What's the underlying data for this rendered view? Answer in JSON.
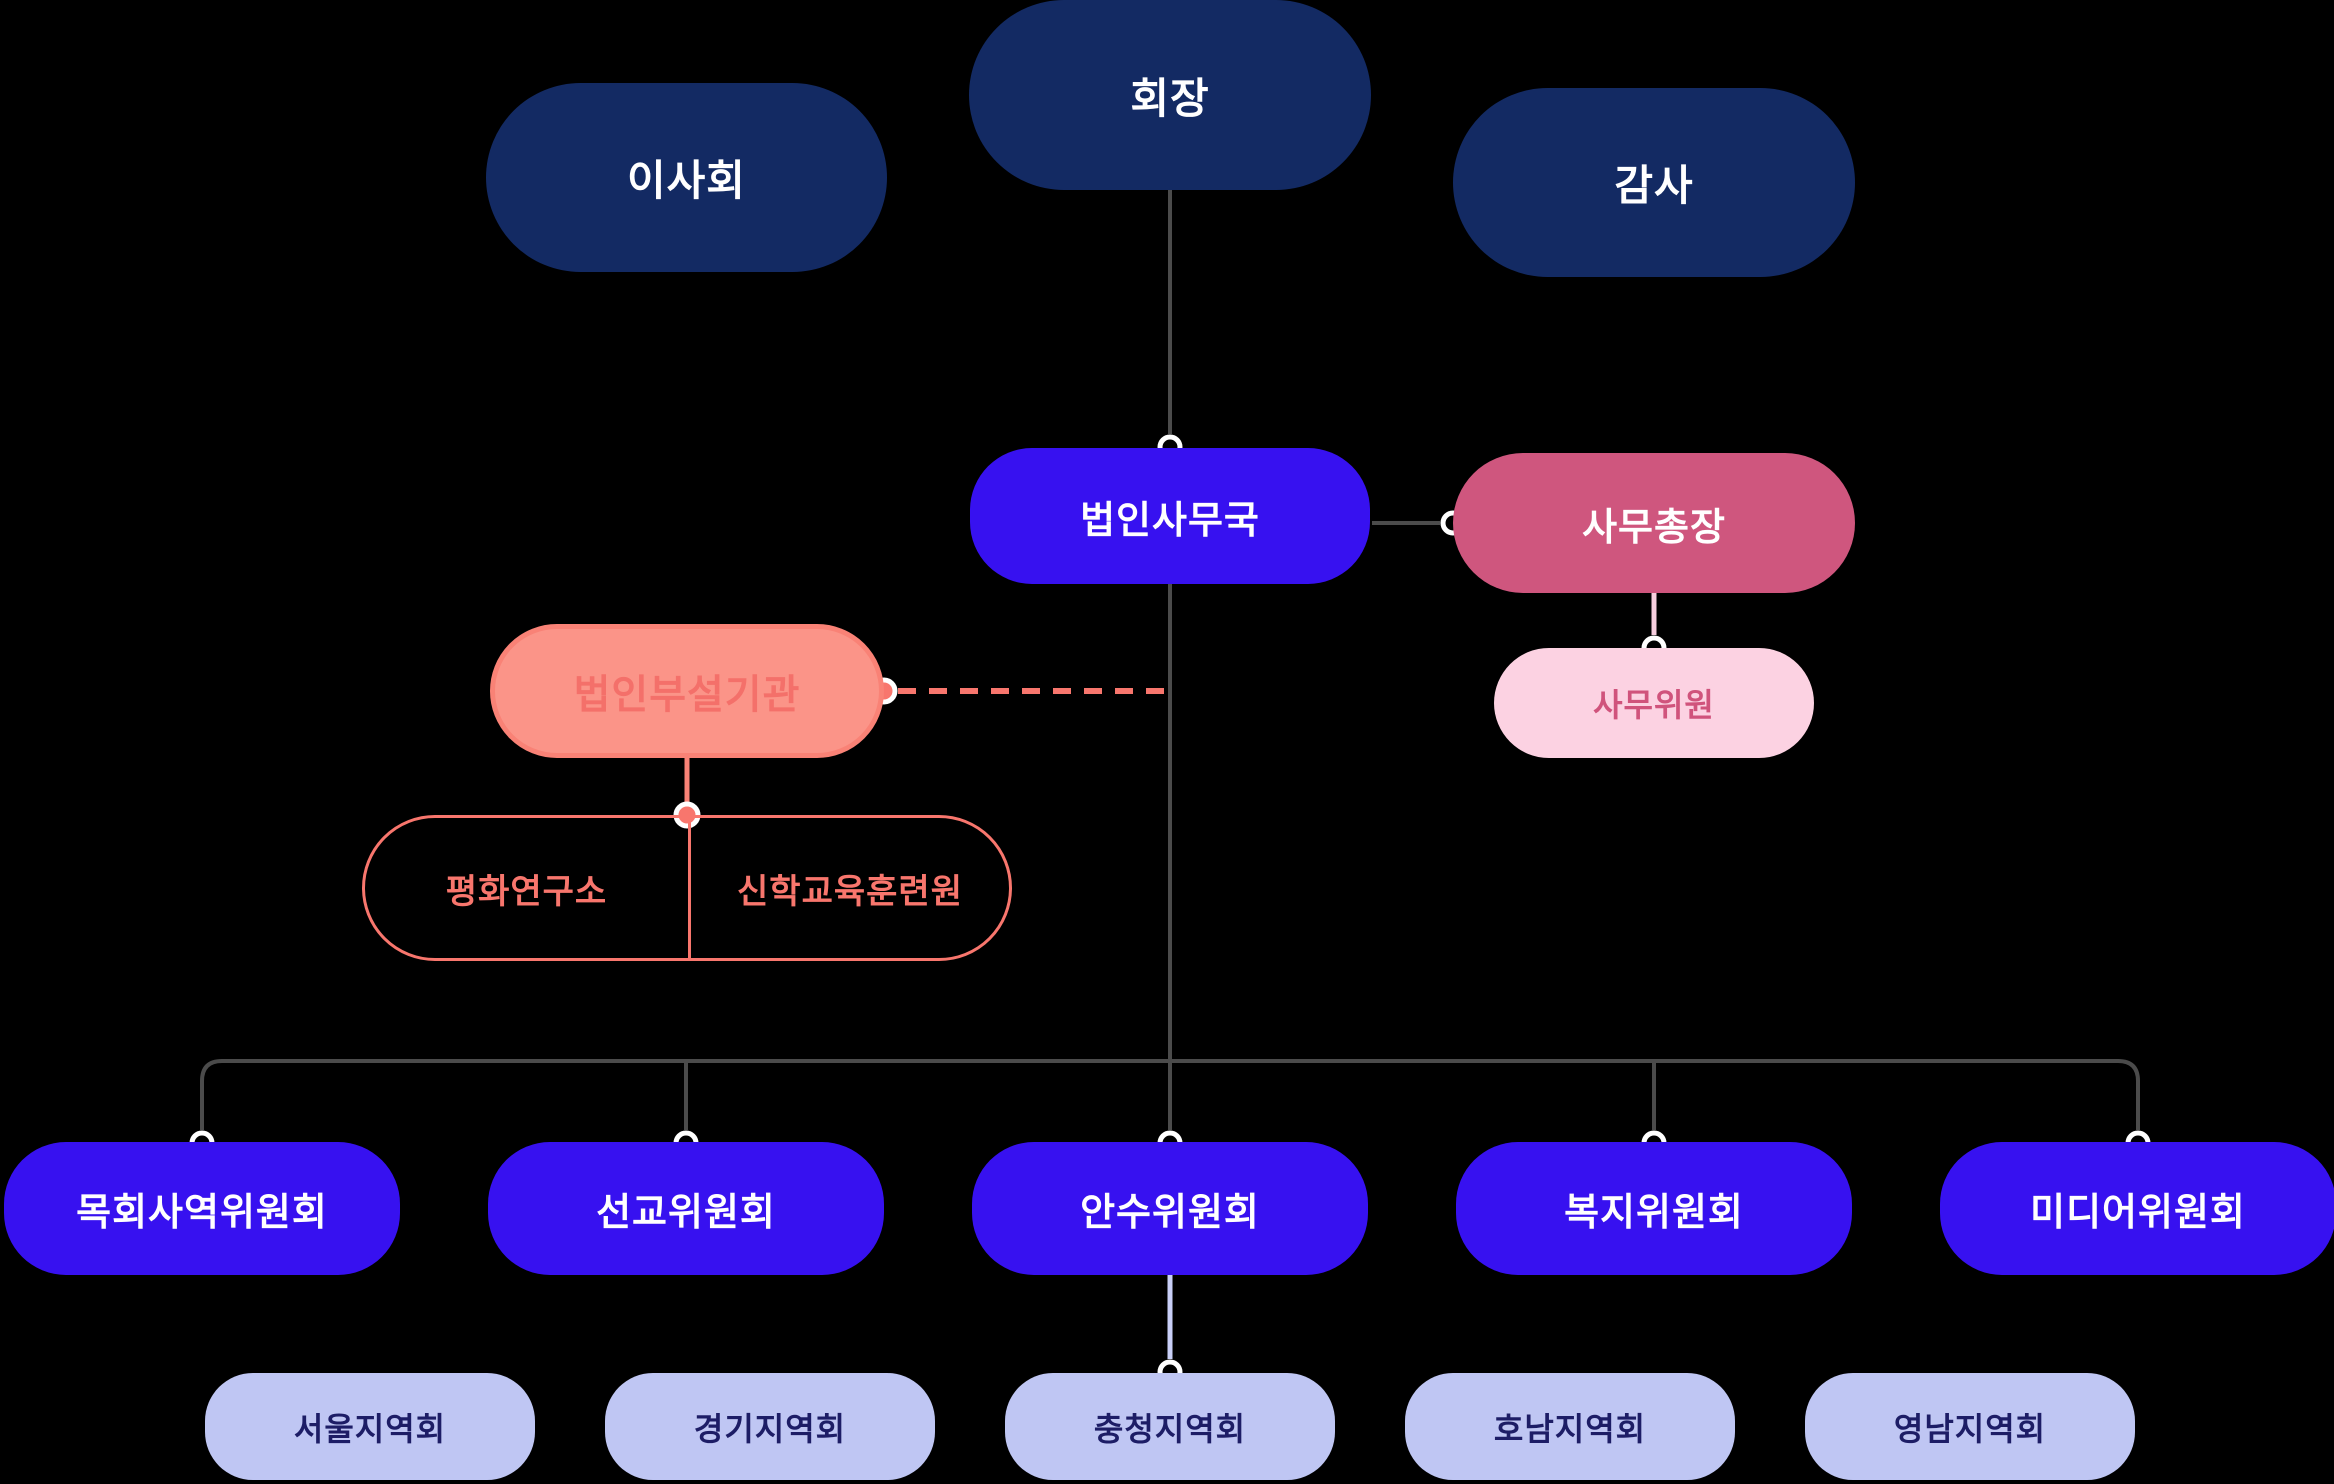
{
  "diagram": {
    "type": "org-chart",
    "background": "#000000",
    "top_row": {
      "board": "이사회",
      "chairman": "회장",
      "auditor": "감사"
    },
    "secretariat": {
      "corporate_office": "법인사무국",
      "secretary_general": "사무총장",
      "office_committee": "사무위원"
    },
    "affiliated": {
      "parent": "법인부설기관",
      "children": [
        {
          "label": "평화연구소"
        },
        {
          "label": "신학교육훈련원"
        }
      ]
    },
    "committees": [
      {
        "label": "목회사역위원회"
      },
      {
        "label": "선교위원회"
      },
      {
        "label": "안수위원회"
      },
      {
        "label": "복지위원회"
      },
      {
        "label": "미디어위원회"
      }
    ],
    "regions": [
      {
        "label": "서울지역회"
      },
      {
        "label": "경기지역회"
      },
      {
        "label": "충청지역회"
      },
      {
        "label": "호남지역회"
      },
      {
        "label": "영남지역회"
      }
    ],
    "colors": {
      "navy": "#132a63",
      "bright_blue": "#3711f0",
      "rose": "#cf567e",
      "pink_light": "#fcd2e2",
      "salmon_fill": "#fb9488",
      "salmon_border": "#f98276",
      "salmon_line": "#f8766d",
      "lavender": "#bfc6f3",
      "lavender_text": "#1d1d66",
      "line_gray": "#4b4b4b",
      "line_lavender": "#c9cff7",
      "line_pink": "#f8cfdf",
      "node_text_white": "#ffffff"
    }
  }
}
